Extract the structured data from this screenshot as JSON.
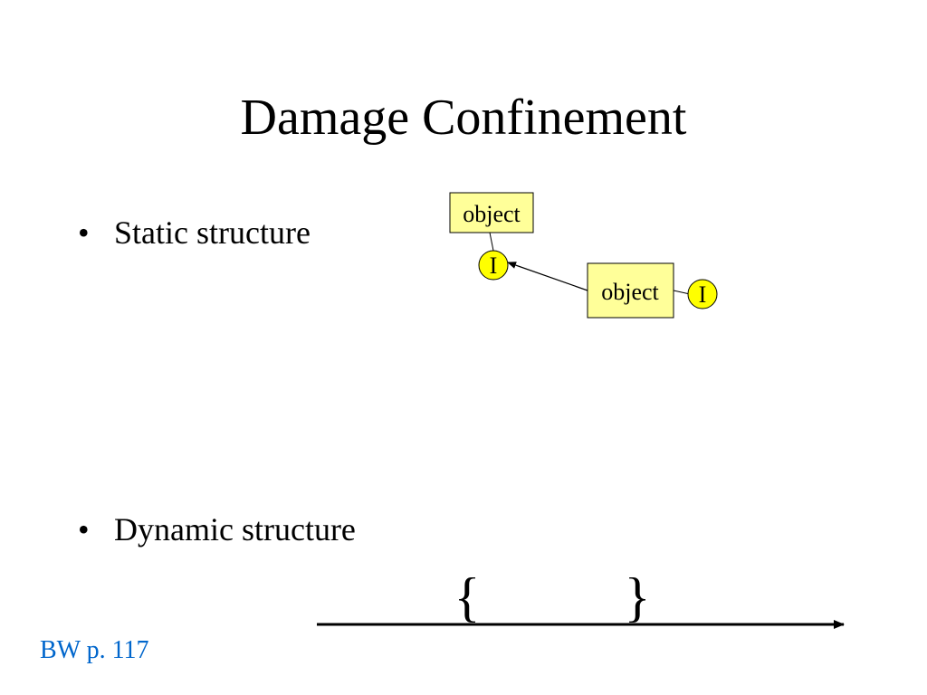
{
  "slide": {
    "title": "Damage Confinement",
    "bullets": [
      {
        "marker": "•",
        "text": "Static structure"
      },
      {
        "marker": "•",
        "text": "Dynamic structure"
      }
    ],
    "citation": "BW p. 117"
  },
  "diagram": {
    "object_top_label": "object",
    "object_right_label": "object",
    "interface_left_label": "I",
    "interface_right_label": "I",
    "brace_open": "{",
    "brace_close": "}"
  },
  "colors": {
    "object_fill": "#ffff99",
    "interface_fill": "#ffff00",
    "citation": "#0066cc"
  }
}
